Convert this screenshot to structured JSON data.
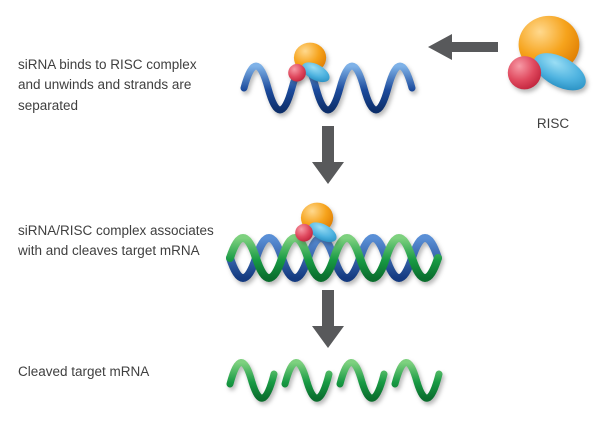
{
  "diagram": {
    "type": "pathway-diagram",
    "topic": "siRNA / RISC mRNA cleavage pathway",
    "steps": [
      {
        "index": 1,
        "label": "siRNA binds to RISC complex and unwinds and strands are separated"
      },
      {
        "index": 2,
        "label": "siRNA/RISC complex associates with and cleaves target mRNA"
      },
      {
        "index": 3,
        "label": "Cleaved target mRNA"
      }
    ],
    "risc_label": "RISC",
    "icons": [
      "risc-complex-icon",
      "arrow-left-icon",
      "arrow-down-icon",
      "sirna-strand-icon",
      "mrna-double-strand-icon",
      "cleaved-mrna-icon"
    ]
  },
  "colors": {
    "background": "#ffffff",
    "text": "#3f3f3f",
    "arrow": "#58595b",
    "strand_blue_dark": "#133d7e",
    "strand_blue_light": "#7fb2e8",
    "strand_green_dark": "#0a6e2d",
    "strand_green_light": "#7ed17f",
    "risc_orange": "#f6a31c",
    "risc_red": "#e04a5f",
    "risc_blue": "#4fb3e0"
  }
}
